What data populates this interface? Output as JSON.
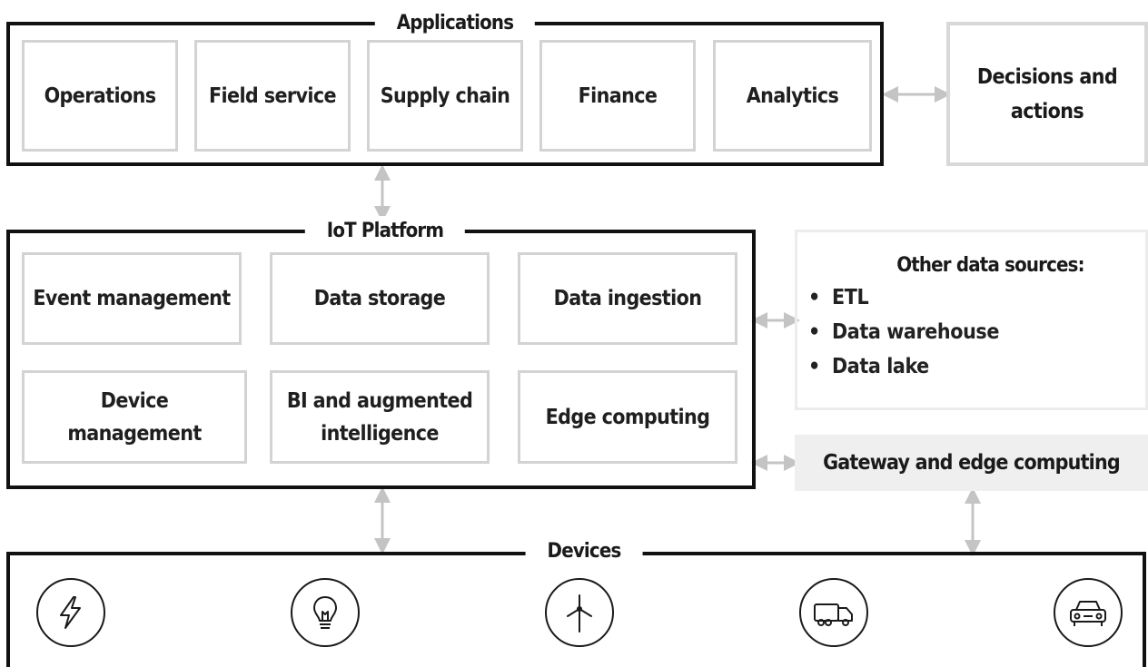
{
  "applications": {
    "title": "Applications",
    "items": [
      "Operations",
      "Field service",
      "Supply chain",
      "Finance",
      "Analytics"
    ]
  },
  "decisions": {
    "label": "Decisions and\nactions"
  },
  "iot_platform": {
    "title": "IoT Platform",
    "items": [
      "Event management",
      "Data storage",
      "Data ingestion",
      "Device\nmanagement",
      "BI and augmented\nintelligence",
      "Edge computing"
    ]
  },
  "other_data_sources": {
    "title": "Other data sources:",
    "items": [
      "ETL",
      "Data warehouse",
      "Data lake"
    ]
  },
  "gateway": {
    "label": "Gateway and edge computing"
  },
  "devices": {
    "title": "Devices",
    "icons": [
      "lightning-bolt-icon",
      "light-bulb-icon",
      "wind-turbine-icon",
      "truck-icon",
      "car-icon"
    ]
  }
}
